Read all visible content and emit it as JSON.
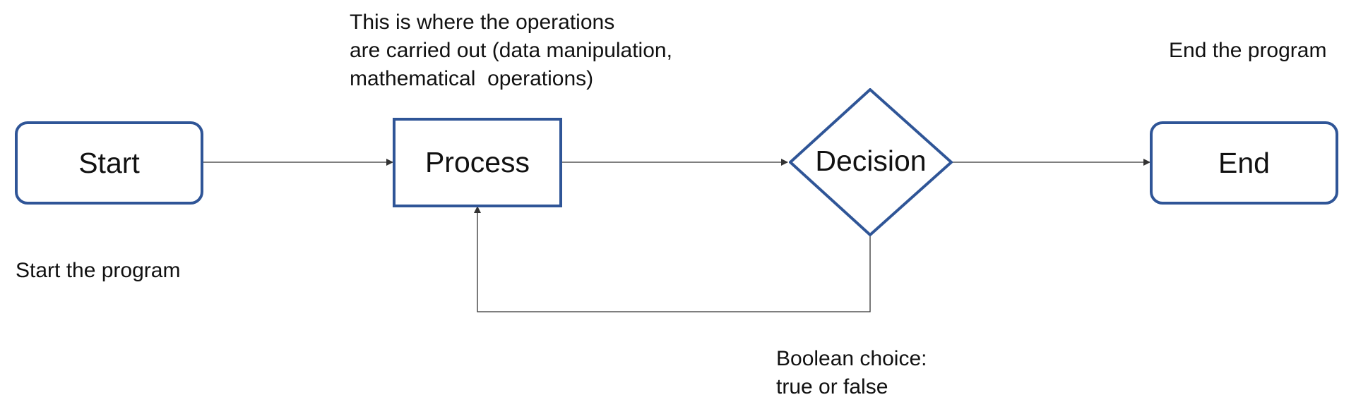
{
  "nodes": {
    "start": "Start",
    "process": "Process",
    "decision": "Decision",
    "end": "End"
  },
  "annotations": {
    "start_note": "Start the program",
    "process_note": [
      "This is where the operations",
      "are carried out (data manipulation,",
      "mathematical  operations)"
    ],
    "decision_note": [
      "Boolean choice:",
      "true or false"
    ],
    "end_note": "End the program"
  },
  "colors": {
    "shape_border": "#2f5597",
    "connector": "#333333",
    "text": "#111111"
  }
}
